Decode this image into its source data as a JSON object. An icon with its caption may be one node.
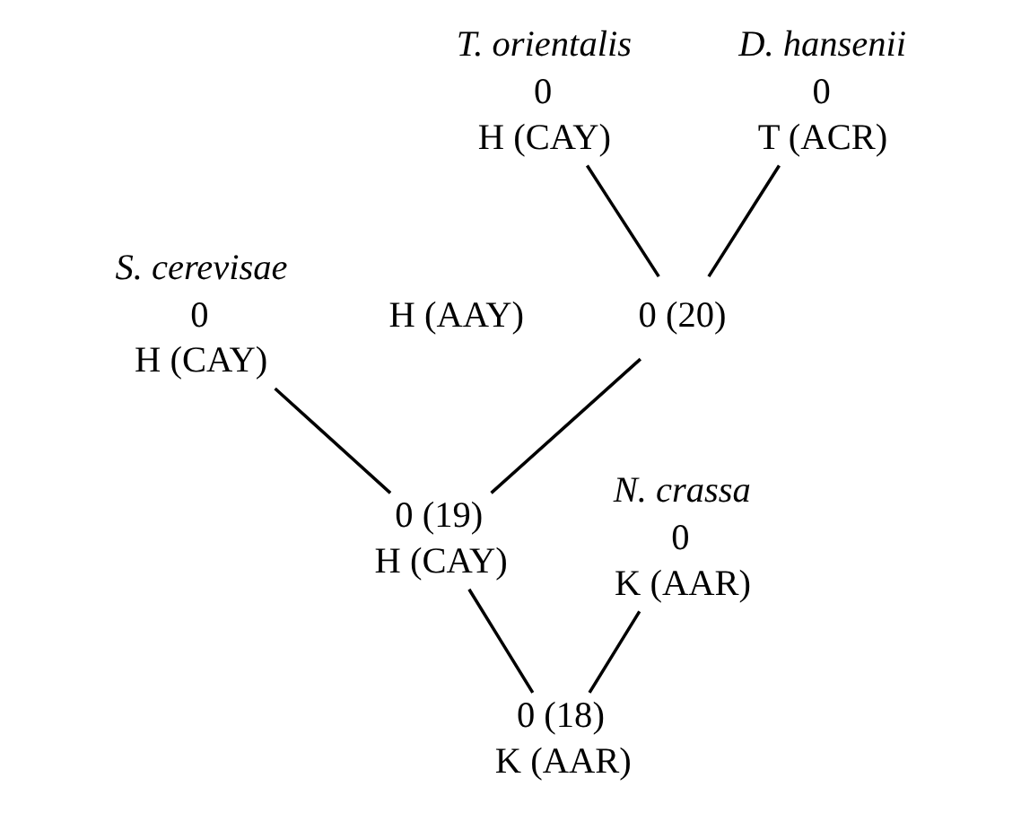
{
  "diagram": {
    "nodes": [
      {
        "text": [
          "T. orientalis",
          "0",
          "H (CAY)"
        ]
      },
      {
        "text": [
          "D. hansenii",
          "0",
          "T (ACR)"
        ]
      },
      {
        "text": [
          "0 (20)"
        ],
        "beside": [
          "H (AAY)"
        ]
      },
      {
        "text": [
          "S. cerevisae",
          "0",
          "H (CAY)"
        ]
      },
      {
        "text": [
          "0 (19)",
          "H (CAY)"
        ]
      },
      {
        "text": [
          "N. crassa",
          "0",
          "K (AAR)"
        ]
      },
      {
        "text": [
          "0 (18)",
          "K (AAR)"
        ]
      }
    ],
    "edges": [
      {
        "from": 0,
        "to": 2,
        "arrow": "none"
      },
      {
        "from": 1,
        "to": 2,
        "arrow": "none"
      },
      {
        "from": 2,
        "to": 4,
        "arrow": "none"
      },
      {
        "from": 3,
        "to": 4,
        "arrow": "none"
      },
      {
        "from": 4,
        "to": 6,
        "arrow": "none"
      },
      {
        "from": 5,
        "to": 6,
        "arrow": "none"
      }
    ]
  }
}
